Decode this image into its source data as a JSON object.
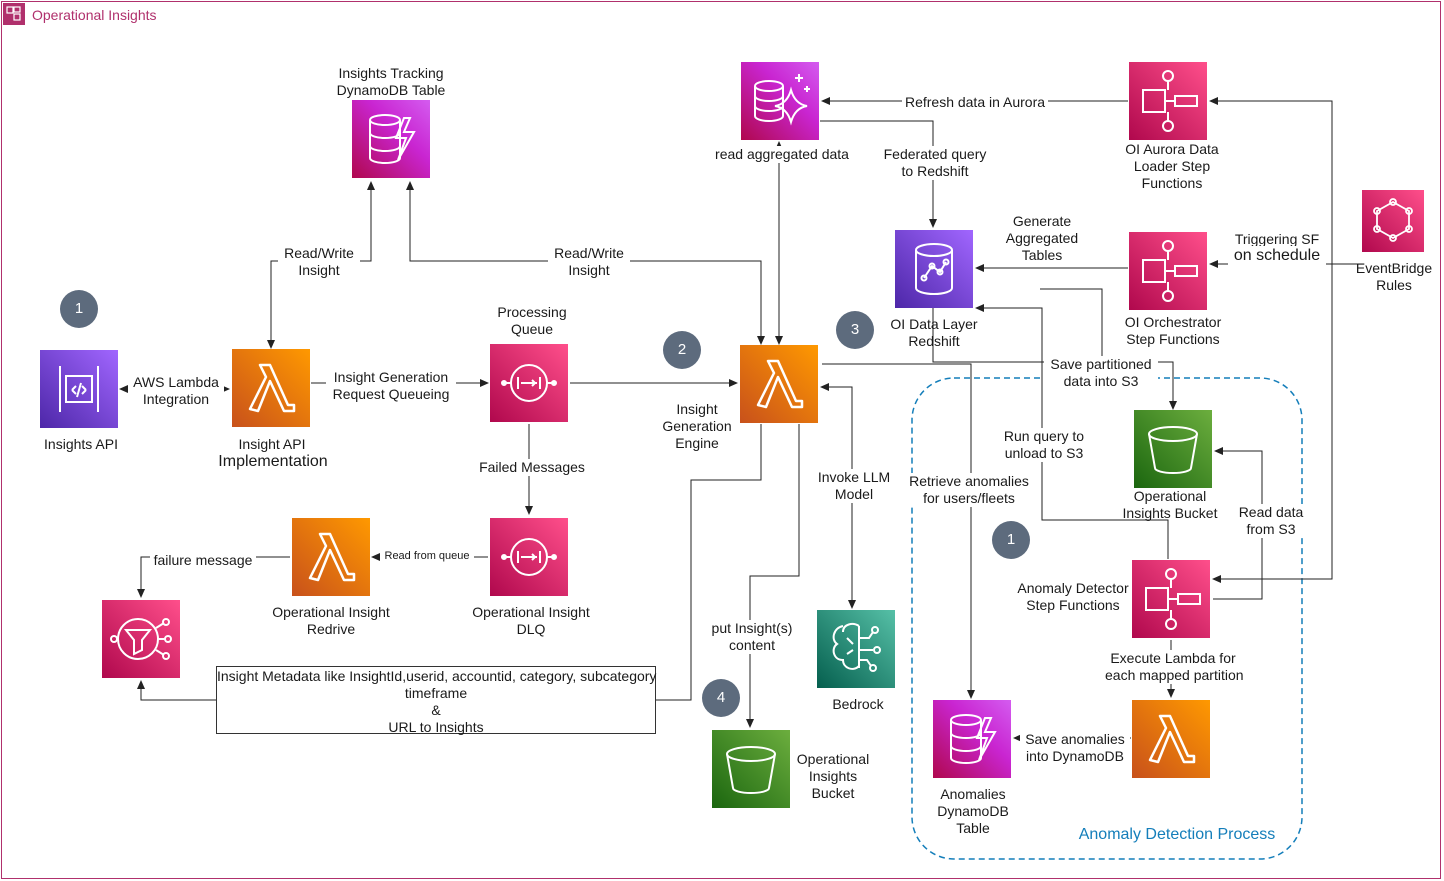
{
  "header": {
    "title": "Operational Insights"
  },
  "nodes": {
    "insights_api": "Insights API",
    "insight_api_impl_1": "Insight API",
    "insight_api_impl_2": "Implementation",
    "tracking_table": "Insights Tracking\nDynamoDB Table",
    "processing_queue": "Processing\nQueue",
    "engine": "Insight\nGeneration\nEngine",
    "redrive": "Operational Insight\nRedrive",
    "dlq": "Operational Insight\nDLQ",
    "bedrock": "Bedrock",
    "ops_bucket_bottom": "Operational\nInsights\nBucket",
    "aurora_loader": "OI Aurora Data\nLoader Step\nFunctions",
    "orchestrator": "OI Orchestrator\nStep Functions",
    "eventbridge": "EventBridge\nRules",
    "data_layer": "OI Data Layer\nRedshift",
    "ops_bucket_right": "Operational\nInsights Bucket",
    "anomaly_detector": "Anomaly Detector\nStep Functions",
    "anomalies_table": "Anomalies\nDynamoDB\nTable",
    "group_label": "Anomaly Detection Process"
  },
  "edges": {
    "lambda_integration": "AWS Lambda\nIntegration",
    "rw_left": "Read/Write\nInsight",
    "rw_right": "Read/Write\nInsight",
    "queueing": "Insight Generation\nRequest Queueing",
    "failed": "Failed Messages",
    "read_from_queue": "Read from queue",
    "failure_message": "failure message",
    "read_aggregated": "read aggregated data",
    "refresh_aurora": "Refresh data in Aurora",
    "federated": "Federated query\nto Redshift",
    "generate_aggregated": "Generate\nAggregated\nTables",
    "triggering_1": "Triggering SF",
    "triggering_2": "on schedule",
    "save_partitioned": "Save partitioned\ndata into S3",
    "run_query": "Run query to\nunload to S3",
    "retrieve": "Retrieve anomalies\nfor users/fleets",
    "invoke_llm": "Invoke LLM\nModel",
    "read_data": "Read data\nfrom S3",
    "execute_lambda": "Execute Lambda for\neach mapped partition",
    "save_anomalies": "Save anomalies\ninto DynamoDB",
    "put_insight": "put Insight(s)\ncontent",
    "metadata": "Insight Metadata like InsightId,userid, accountid, category, subcategory\ntimeframe\n&\nURL to Insights"
  },
  "badges": {
    "b1_left": "1",
    "b2": "2",
    "b3": "3",
    "b4": "4",
    "b1_right": "1"
  },
  "colors": {
    "lambda": "#ed7100",
    "integration": "#e7157b",
    "database": "#c925d1",
    "analytics": "#8c4fff",
    "storage": "#7aa116",
    "ml": "#01a88d",
    "frame": "#b0306c",
    "group": "#147eba",
    "badge": "#5d6b7d"
  }
}
